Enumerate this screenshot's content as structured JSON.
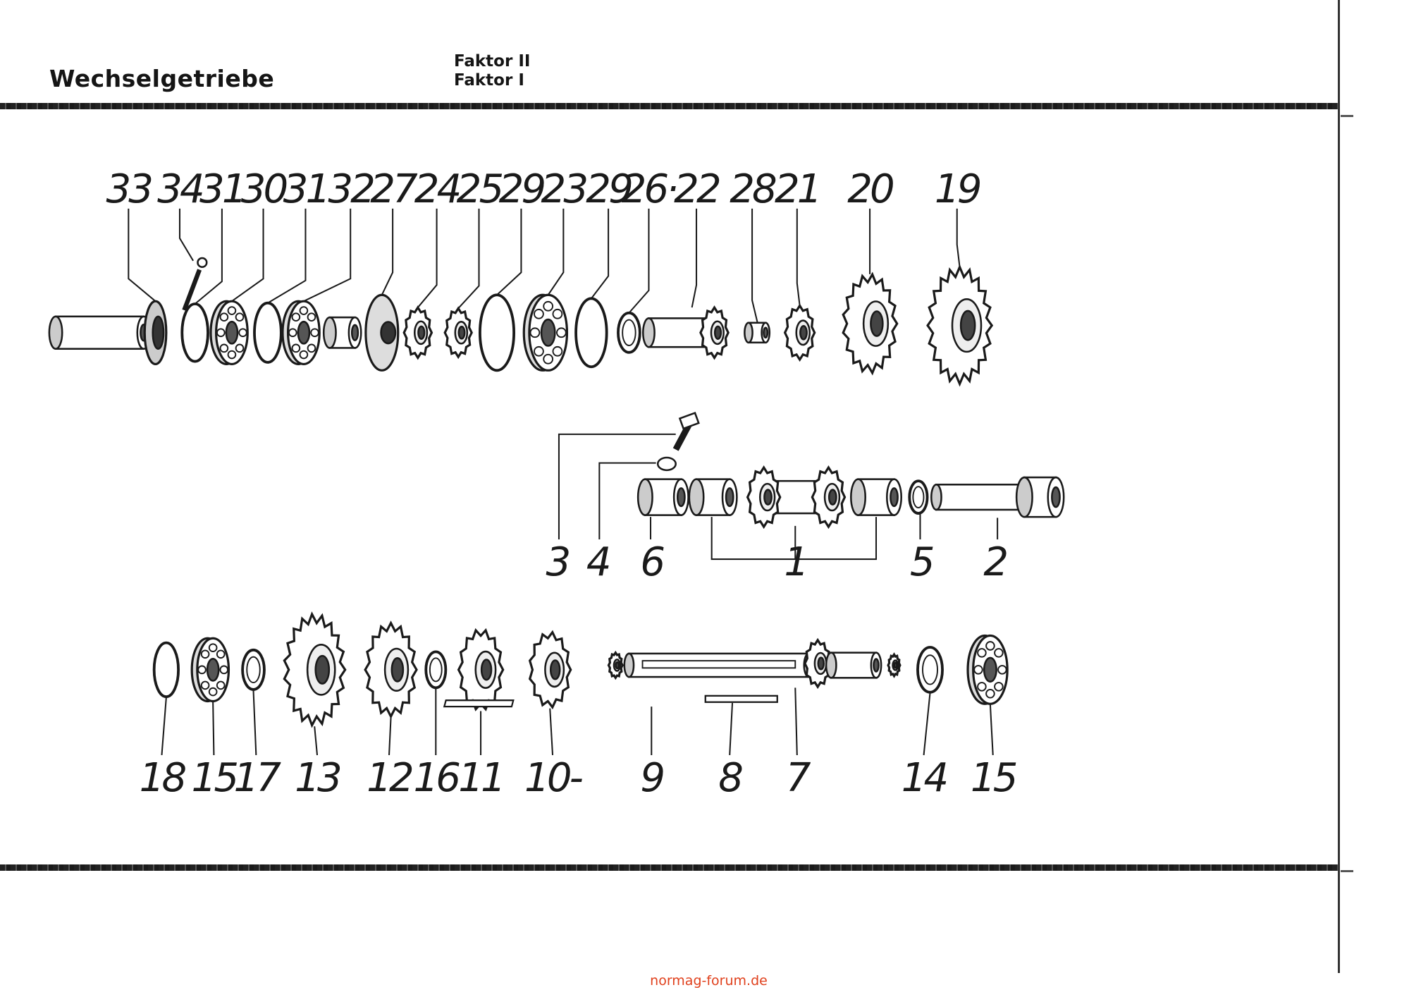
{
  "header": {
    "title": "Wechselgetriebe",
    "model_line1": "Faktor II",
    "model_line2": "Faktor I"
  },
  "diagram": {
    "labels_top": [
      "33",
      "34",
      "31",
      "30",
      "31",
      "32",
      "27",
      "24",
      "25",
      "29",
      "23",
      "29",
      "26·",
      "22",
      "28",
      "21",
      "20",
      "19"
    ],
    "labels_middle": [
      "3",
      "4",
      "6",
      "1",
      "5",
      "2"
    ],
    "labels_bottom": [
      "18",
      "15",
      "17",
      "13",
      "12",
      "16",
      "11",
      "10-",
      "9",
      "8",
      "7",
      "14",
      "15"
    ]
  },
  "watermark": "normag-forum.de",
  "colors": {
    "ink": "#1a1a1a",
    "watermark": "#e0401c"
  }
}
